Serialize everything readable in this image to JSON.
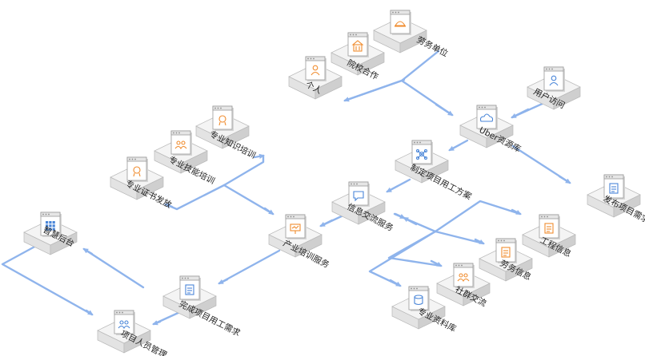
{
  "colors": {
    "edge": "#8fb4ec",
    "icon_blue": "#4a86d8",
    "icon_orange": "#f08c2e",
    "box_top": "#f4f4f4",
    "box_left": "#e3e3e3",
    "box_right": "#cfcfcf",
    "box_stroke": "#b9b9b9"
  },
  "nodes": [
    {
      "id": "labor-unit",
      "label": "劳务单位",
      "icon": "hardhat-icon"
    },
    {
      "id": "school-cooperation",
      "label": "院校合作",
      "icon": "building-icon"
    },
    {
      "id": "individual",
      "label": "个人",
      "icon": "person-icon"
    },
    {
      "id": "user-access",
      "label": "用户访问",
      "icon": "user-icon"
    },
    {
      "id": "uber-resource-pool",
      "label": "Uber资源库",
      "icon": "cloud-icon"
    },
    {
      "id": "customized-project-labor-plan",
      "label": "制定项目用工方案",
      "icon": "network-icon"
    },
    {
      "id": "publish-project-demand",
      "label": "发布项目需求",
      "icon": "document-icon"
    },
    {
      "id": "knowledge-training",
      "label": "专业知识培训",
      "icon": "badge-icon"
    },
    {
      "id": "skill-training",
      "label": "专业技能培训",
      "icon": "worker-icon"
    },
    {
      "id": "certificate-issuance",
      "label": "专业证书发放",
      "icon": "certificate-icon"
    },
    {
      "id": "info-exchange-service",
      "label": "信息交流服务",
      "icon": "chat-icon"
    },
    {
      "id": "engineering-info",
      "label": "工程信息",
      "icon": "blueprint-icon"
    },
    {
      "id": "smart-platform",
      "label": "智慧后台",
      "icon": "grid-icon"
    },
    {
      "id": "industry-training-service",
      "label": "产业培训服务",
      "icon": "presentation-icon"
    },
    {
      "id": "labor-info",
      "label": "劳务信息",
      "icon": "list-icon"
    },
    {
      "id": "community-exchange",
      "label": "社群交流",
      "icon": "group-icon"
    },
    {
      "id": "complete-project-labor-demand",
      "label": "完成项目用工需求",
      "icon": "clipboard-icon"
    },
    {
      "id": "professional-database",
      "label": "专业资料库",
      "icon": "database-icon"
    },
    {
      "id": "project-personnel-management",
      "label": "项目人员管理",
      "icon": "team-icon"
    }
  ]
}
